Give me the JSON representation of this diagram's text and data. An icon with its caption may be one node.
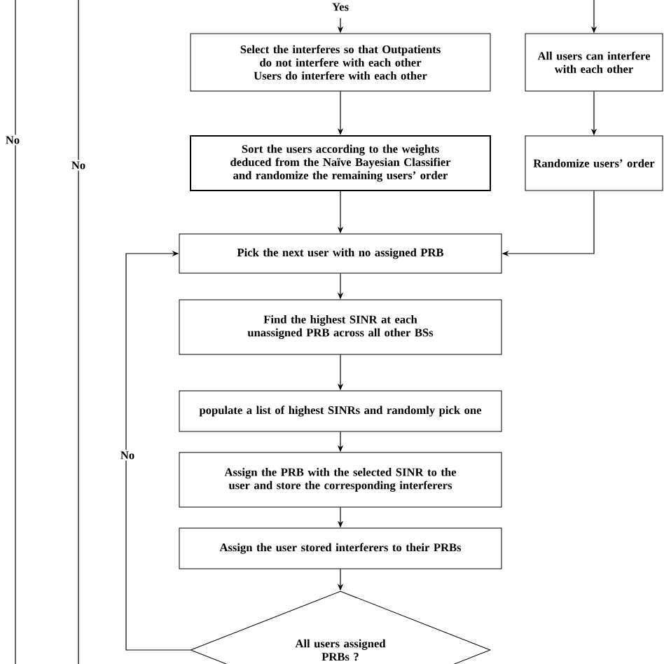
{
  "diagram": {
    "nodes": [
      {
        "text": [
          "Select the interferes so that Outpatients do not interfere with each other",
          "Users do interfere with each other"
        ]
      },
      {
        "text": [
          "Sort the users according to the weights deduced from the Naïve Bayesian Classifier and randomize the remaining users’ order"
        ]
      },
      {
        "text": [
          "All users can interfere with each other"
        ]
      },
      {
        "text": [
          "Randomize users’ order"
        ]
      },
      {
        "text": [
          "Pick the next user with no assigned PRB"
        ]
      },
      {
        "text": [
          "Find the highest SINR at each unassigned PRB across all other BSs"
        ]
      },
      {
        "text": [
          "populate a list of highest SINRs and randomly pick one"
        ]
      },
      {
        "text": [
          "Assign the PRB with the selected SINR to the user and store the corresponding interferers"
        ]
      },
      {
        "text": [
          "Assign the user stored interferers to their PRBs"
        ]
      },
      {
        "text": [
          "All users assigned PRBs ?"
        ]
      }
    ],
    "edges": [
      {
        "from": null,
        "to": 0,
        "arrow": "to",
        "label": "Yes"
      },
      {
        "from": 0,
        "to": 1,
        "arrow": "to"
      },
      {
        "from": null,
        "to": 2,
        "arrow": "to"
      },
      {
        "from": 2,
        "to": 3,
        "arrow": "to"
      },
      {
        "from": 1,
        "to": 4,
        "arrow": "to"
      },
      {
        "from": 3,
        "to": 4,
        "arrow": "to"
      },
      {
        "from": 4,
        "to": 5,
        "arrow": "to"
      },
      {
        "from": 5,
        "to": 6,
        "arrow": "to"
      },
      {
        "from": 6,
        "to": 7,
        "arrow": "to"
      },
      {
        "from": 7,
        "to": 8,
        "arrow": "to"
      },
      {
        "from": 8,
        "to": 9,
        "arrow": "to"
      },
      {
        "from": 9,
        "to": 4,
        "arrow": "to",
        "label": "No"
      }
    ],
    "labels": [
      "No",
      "No"
    ]
  }
}
